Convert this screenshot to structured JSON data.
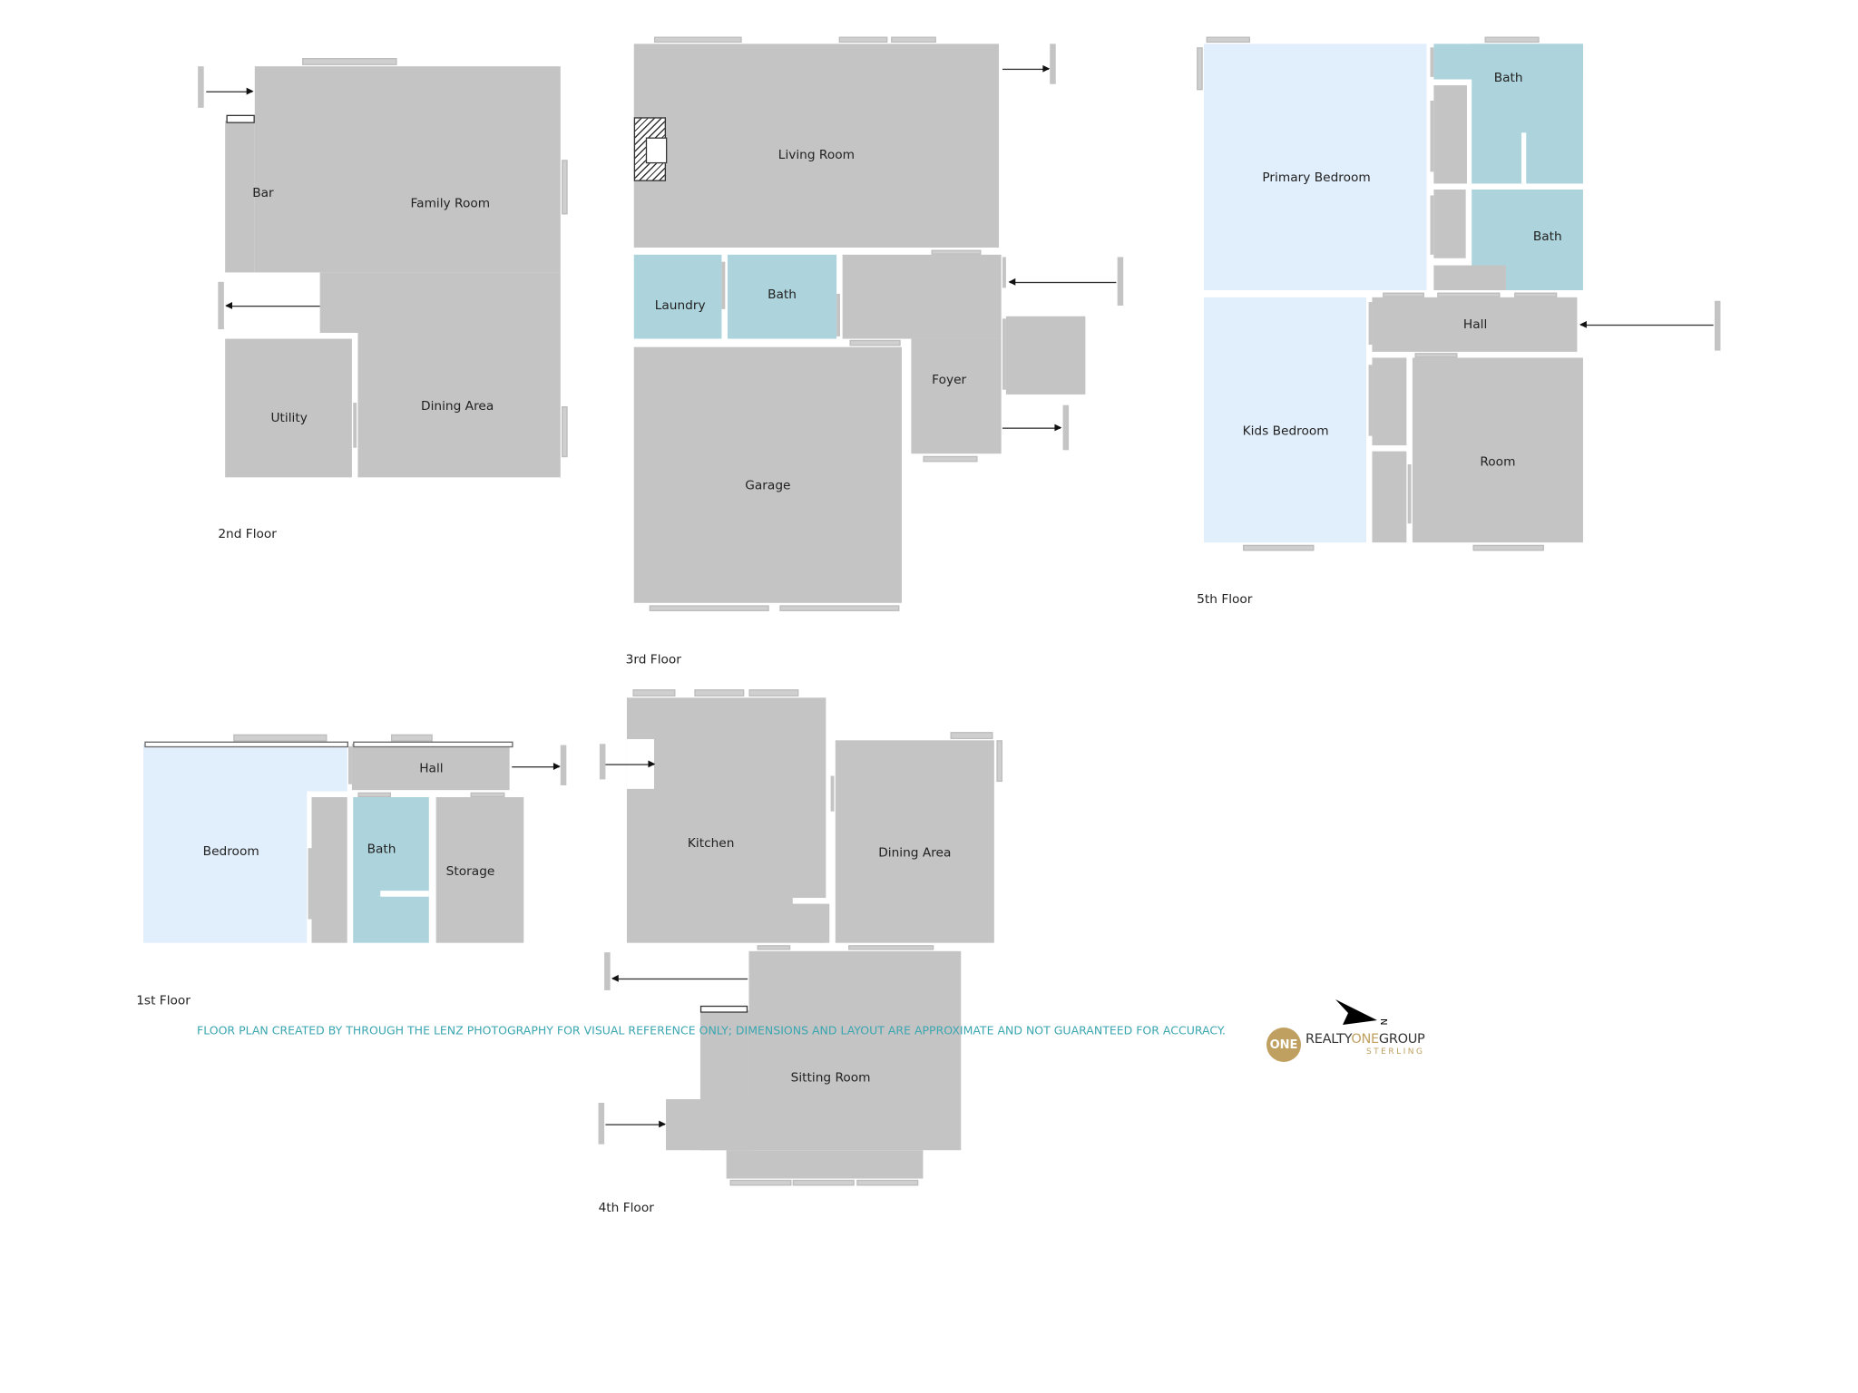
{
  "floors": {
    "f2": {
      "label": "2nd Floor",
      "rooms": {
        "bar": "Bar",
        "family": "Family Room",
        "utility": "Utility",
        "dining": "Dining Area"
      }
    },
    "f3": {
      "label": "3rd Floor",
      "rooms": {
        "living": "Living Room",
        "laundry": "Laundry",
        "bath": "Bath",
        "foyer": "Foyer",
        "garage": "Garage"
      }
    },
    "f5": {
      "label": "5th Floor",
      "rooms": {
        "primary": "Primary Bedroom",
        "bath1": "Bath",
        "bath2": "Bath",
        "hall": "Hall",
        "kids": "Kids Bedroom",
        "room": "Room"
      }
    },
    "f1": {
      "label": "1st Floor",
      "rooms": {
        "bedroom": "Bedroom",
        "hall": "Hall",
        "bath": "Bath",
        "storage": "Storage"
      }
    },
    "f4": {
      "label": "4th Floor",
      "rooms": {
        "kitchen": "Kitchen",
        "dining": "Dining Area",
        "sitting": "Sitting Room"
      }
    }
  },
  "footer": {
    "disclaimer": "FLOOR PLAN CREATED BY THROUGH THE LENZ PHOTOGRAPHY FOR VISUAL REFERENCE ONLY; DIMENSIONS AND LAYOUT ARE APPROXIMATE AND NOT GUARANTEED FOR ACCURACY."
  },
  "compass": {
    "label": "N"
  },
  "logo": {
    "badge": "ONE",
    "name_a": "REALTY",
    "name_b": "ONE",
    "name_c": "GROUP",
    "sub": "STERLING"
  },
  "colors": {
    "room": "#c4c4c4",
    "wet": "#add4dc",
    "bedroom": "#e1eefb",
    "footer": "#3aa6b0",
    "brand": "#c0a060"
  }
}
